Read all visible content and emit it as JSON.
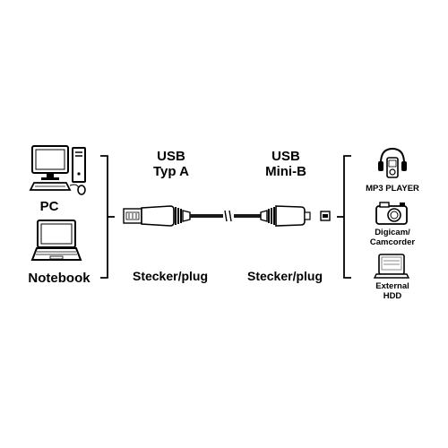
{
  "left_devices": {
    "pc_label": "PC",
    "notebook_label": "Notebook"
  },
  "connector_a": {
    "line1": "USB",
    "line2": "Typ A",
    "plug_label": "Stecker/plug"
  },
  "connector_b": {
    "line1": "USB",
    "line2": "Mini-B",
    "plug_label": "Stecker/plug"
  },
  "right_devices": {
    "mp3_label": "MP3 PLAYER",
    "camera_line1": "Digicam/",
    "camera_line2": "Camcorder",
    "hdd_line1": "External",
    "hdd_line2": "HDD"
  },
  "colors": {
    "stroke": "#000000",
    "cable": "#1a1a1a",
    "connector_fill": "#ffffff",
    "grey": "#888888"
  }
}
